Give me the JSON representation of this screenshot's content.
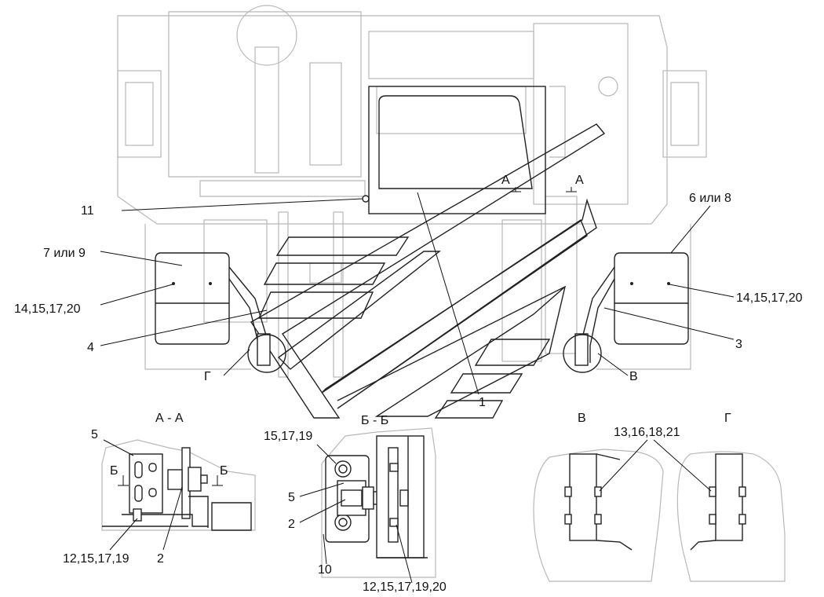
{
  "labels": {
    "l1": "1",
    "l2a": "2",
    "l2b": "2",
    "l3": "3",
    "l4": "4",
    "l5a": "5",
    "l5b": "5",
    "l6": "6 или 8",
    "l7": "7 или 9",
    "l10": "10",
    "l11": "11",
    "l12a": "12,15,17,19",
    "l12b": "12,15,17,19,20",
    "l13": "13,16,18,21",
    "l14a": "14,15,17,20",
    "l14b": "14,15,17,20",
    "l15": "15,17,19"
  },
  "section_marks": {
    "a_left": "А",
    "a_right": "А",
    "g_main": "Г",
    "v_main": "В",
    "b_left": "Б",
    "b_right": "Б"
  },
  "section_titles": {
    "aa": "А - А",
    "bb": "Б - Б",
    "v": "В",
    "g": "Г"
  }
}
